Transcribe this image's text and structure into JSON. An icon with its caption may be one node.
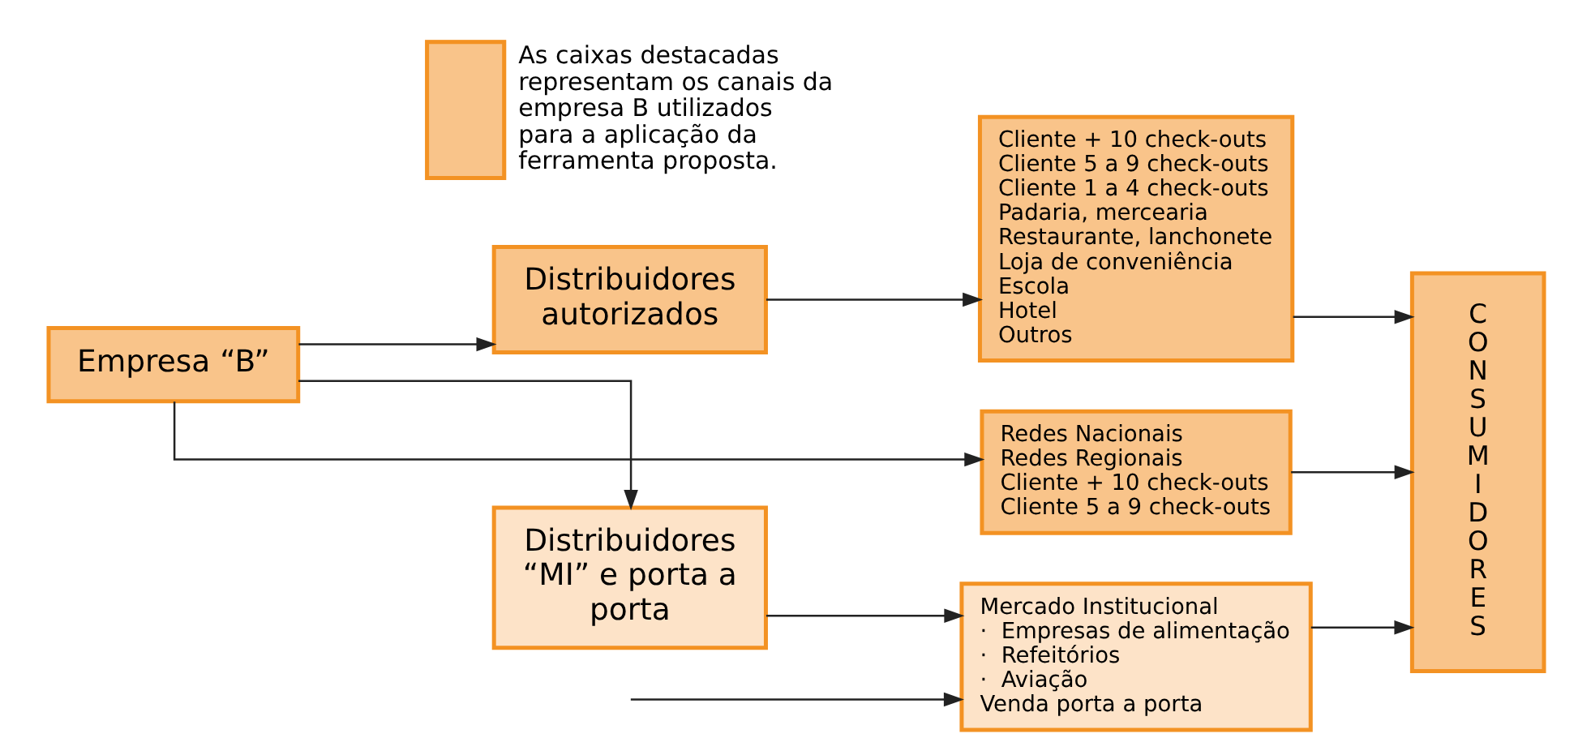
{
  "diagram": {
    "nodes": [
      {
        "text": [
          "Empresa “B”"
        ]
      },
      {
        "text": [
          "Distribuidores autorizados"
        ]
      },
      {
        "text": [
          "Distribuidores “MI” e porta a porta"
        ]
      },
      {
        "text": [
          "Cliente + 10 check-outs",
          "Cliente 5 a 9 check-outs",
          "Cliente 1 a 4 check-outs",
          "Padaria, mercearia",
          "Restaurante, lanchonete",
          "Loja de conveniência",
          "Escola",
          "Hotel",
          "Outros"
        ]
      },
      {
        "text": [
          "Redes Nacionais",
          "Redes Regionais",
          "Cliente + 10 check-outs",
          "Cliente 5 a 9 check-outs"
        ]
      },
      {
        "text": [
          "Mercado Institucional",
          "·  Empresas de alimentação",
          "·  Refeitórios",
          "·  Aviação",
          "Venda porta a porta"
        ]
      },
      {
        "text": [
          "CONSUMIDORES"
        ]
      }
    ],
    "edges": [
      {
        "from": 0,
        "to": 1,
        "arrow": "to"
      },
      {
        "from": 0,
        "to": 4,
        "arrow": "to"
      },
      {
        "from": 0,
        "to": 2,
        "arrow": "to"
      },
      {
        "from": 1,
        "to": 3,
        "arrow": "to"
      },
      {
        "from": 2,
        "to": 5,
        "arrow": "to"
      },
      {
        "from": 3,
        "to": 6,
        "arrow": "to"
      },
      {
        "from": 4,
        "to": 6,
        "arrow": "to"
      },
      {
        "from": 5,
        "to": 6,
        "arrow": "to"
      },
      {
        "from": null,
        "to": 5,
        "arrow": "to"
      }
    ],
    "legend": [
      {
        "text": "As caixas destacadas representam os canais da empresa B utilizados para a aplicação da ferramenta proposta.",
        "color": "#f9c48a"
      }
    ]
  }
}
